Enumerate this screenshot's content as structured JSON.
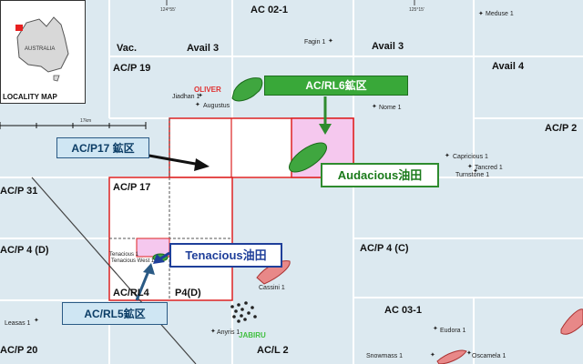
{
  "inset": {
    "country": "AUSTRALIA",
    "caption": "LOCALITY MAP"
  },
  "blocks": {
    "vac": "Vac.",
    "avail3_west": "Avail 3",
    "ac_02_1": "AC 02-1",
    "avail3_east": "Avail 3",
    "avail4": "Avail 4",
    "acp19": "AC/P 19",
    "acp2": "AC/P 2",
    "acp31": "AC/P 31",
    "acp17": "AC/P 17",
    "acp4d_west": "AC/P 4 (D)",
    "acp4c": "AC/P 4 (C)",
    "acrl4": "AC/RL4",
    "p4d": "P4(D)",
    "ac_03_1": "AC 03-1",
    "acl2": "AC/L 2",
    "acp20": "AC/P 20"
  },
  "longitudes": {
    "west": "124°55'",
    "east": "125°15'"
  },
  "fields": {
    "oliver": "OLIVER",
    "jabiru": "JABIRU"
  },
  "wells": {
    "fagin": "Fagin 1",
    "meduse": "Meduse 1",
    "nome": "Nome 1",
    "padhan": "Jiadhan 1",
    "augustus": "Augustus",
    "capricious": "Capricious 1",
    "tancred": "Tancred 1",
    "turnstone": "Turnstone 1",
    "anyris": "Anyris 1",
    "eudora": "Eudora 1",
    "snowmass": "Snowmass 1",
    "oscamela": "Oscamela 1",
    "leasas": "Leasas 1",
    "tenacious1": "Tenacious 1",
    "tenacious_west": "Tenacious West 1",
    "cassini": "Cassini 1"
  },
  "scale": {
    "label": "17km"
  },
  "callouts": {
    "ac_rl6": "AC/RL6鉱区",
    "audacious": "Audacious油田",
    "ac_p17": "AC/P17 鉱区",
    "tenacious": "Tenacious油田",
    "ac_rl5": "AC/RL5鉱区"
  }
}
